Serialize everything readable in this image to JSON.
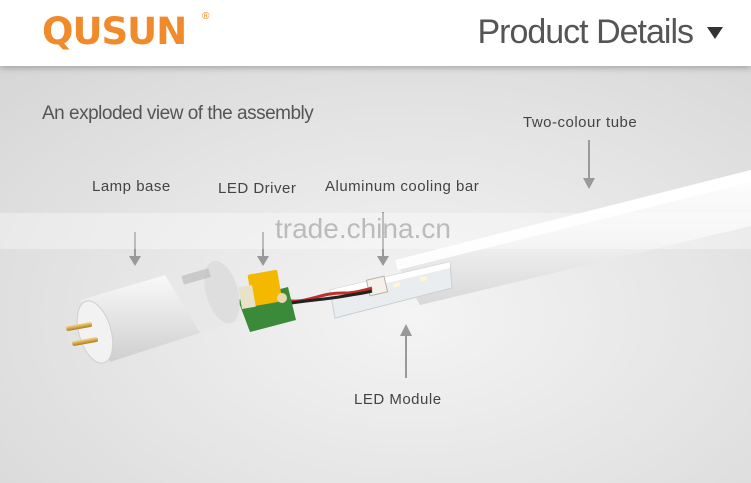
{
  "header": {
    "logo_text": "QUSUN",
    "registered_mark": "®",
    "title": "Product Details",
    "dropdown_icon": "triangle-down-icon"
  },
  "main": {
    "subtitle": "An exploded view of the assembly",
    "watermark": "trade.china.cn",
    "labels": {
      "lamp_base": "Lamp base",
      "led_driver": "LED Driver",
      "aluminum_bar": "Aluminum cooling bar",
      "two_colour_tube": "Two-colour tube",
      "led_module": "LED Module"
    }
  },
  "colors": {
    "brand": "#f08a2a",
    "title_text": "#555555",
    "driver_block": "#f5b800",
    "pcb": "#3a8a3a"
  }
}
